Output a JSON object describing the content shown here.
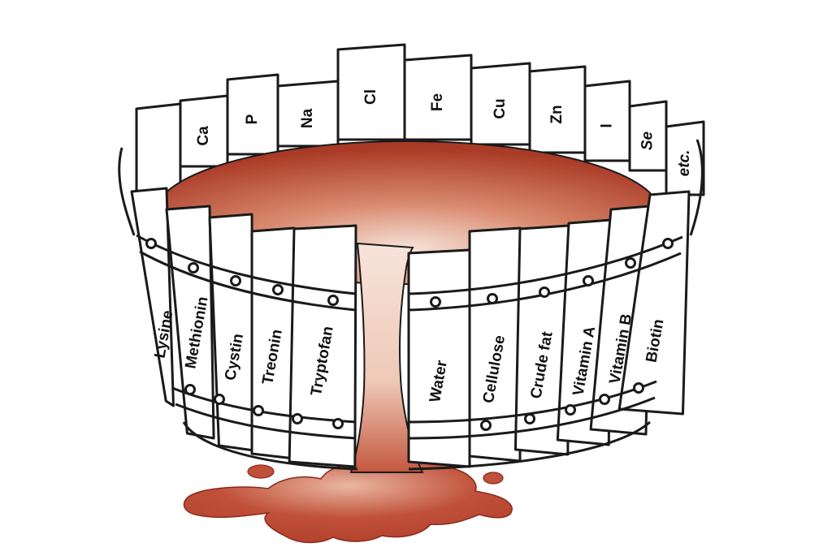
{
  "colors": {
    "liquid": "#b5452f",
    "liquid_light": "#f4ddd2",
    "outline": "#1a1a1a",
    "stave_fill": "#ffffff"
  },
  "diagram": {
    "back_staves": [
      {
        "label": ""
      },
      {
        "label": "Ca"
      },
      {
        "label": "P"
      },
      {
        "label": "Na"
      },
      {
        "label": "Cl"
      },
      {
        "label": "Fe"
      },
      {
        "label": "Cu"
      },
      {
        "label": "Zn"
      },
      {
        "label": "I"
      },
      {
        "label": "Se"
      },
      {
        "label": "etc."
      }
    ],
    "front_left_staves": [
      {
        "label": "Lysine"
      },
      {
        "label": "Methionin"
      },
      {
        "label": "Cystin"
      },
      {
        "label": "Treonin"
      },
      {
        "label": "Tryptofan"
      }
    ],
    "front_right_staves": [
      {
        "label": "Water"
      },
      {
        "label": "Cellulose"
      },
      {
        "label": "Crude fat"
      },
      {
        "label": "Vitamin A"
      },
      {
        "label": "Vitamin B"
      },
      {
        "label": "Biotin"
      }
    ]
  }
}
